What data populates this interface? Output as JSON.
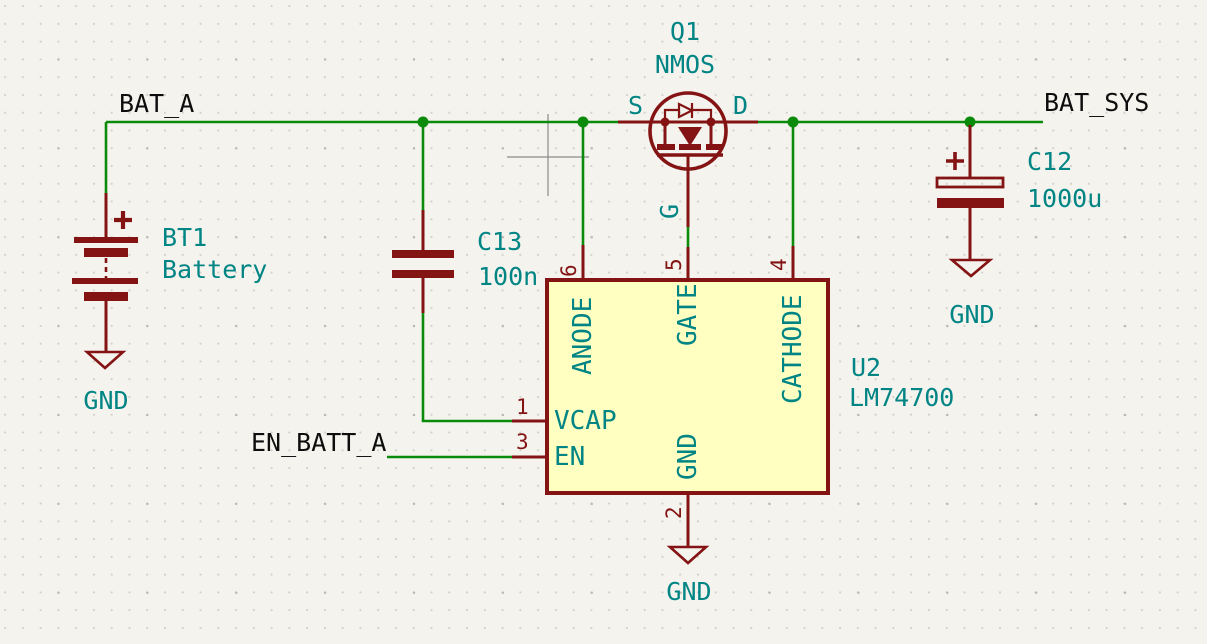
{
  "schematic": {
    "net_labels": {
      "bat_a": "BAT_A",
      "bat_sys": "BAT_SYS",
      "en_batt_a": "EN_BATT_A"
    },
    "power": {
      "gnd_left": "GND",
      "gnd_bottom": "GND",
      "gnd_right": "GND"
    },
    "bt1": {
      "ref": "BT1",
      "value": "Battery"
    },
    "c13": {
      "ref": "C13",
      "value": "100n"
    },
    "c12": {
      "ref": "C12",
      "value": "1000u"
    },
    "q1": {
      "ref": "Q1",
      "value": "NMOS",
      "pin_s": "S",
      "pin_d": "D",
      "pin_g": "G"
    },
    "u2": {
      "ref": "U2",
      "value": "LM74700",
      "pins": {
        "anode": {
          "num": "6",
          "name": "ANODE"
        },
        "gate": {
          "num": "5",
          "name": "GATE"
        },
        "cathode": {
          "num": "4",
          "name": "CATHODE"
        },
        "vcap": {
          "num": "1",
          "name": "VCAP"
        },
        "en": {
          "num": "3",
          "name": "EN"
        },
        "gnd": {
          "num": "2",
          "name": "GND"
        }
      }
    },
    "colors": {
      "wire": "#0a8c0a",
      "symbol_outline": "#841414",
      "annotation_teal": "#008484",
      "net_label_black": "#0d0d0d",
      "ic_fill": "#ffffc2",
      "background": "#f4f3ee",
      "cursor": "#8a8a8a"
    }
  }
}
